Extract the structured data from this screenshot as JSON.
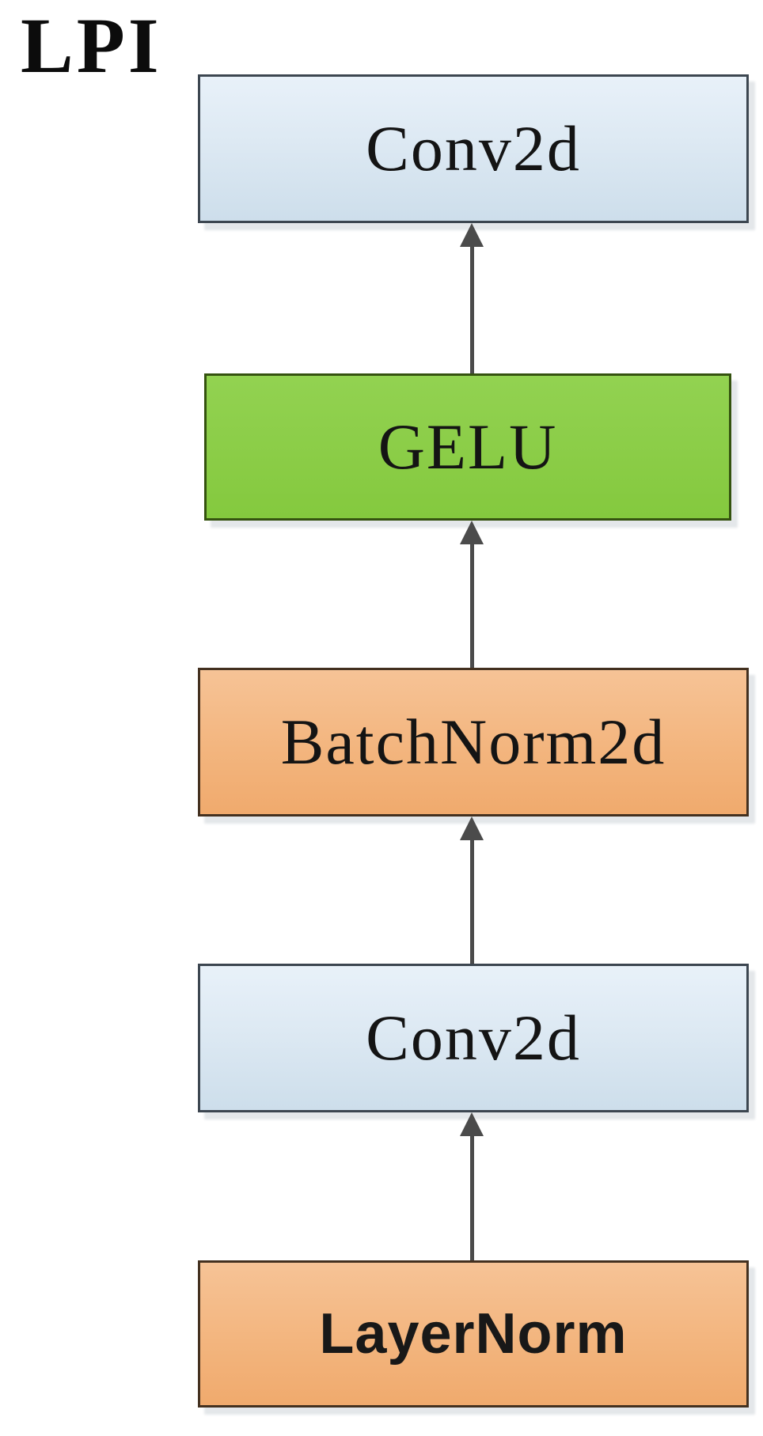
{
  "title": "LPI",
  "diagram": {
    "type": "flowchart",
    "flow_direction": "bottom-to-top",
    "nodes": [
      {
        "label": "Conv2d",
        "type": "conv",
        "position": "top"
      },
      {
        "label": "GELU",
        "type": "activation",
        "position": "second"
      },
      {
        "label": "BatchNorm2d",
        "type": "norm",
        "position": "middle"
      },
      {
        "label": "Conv2d",
        "type": "conv",
        "position": "fourth"
      },
      {
        "label": "LayerNorm",
        "type": "norm",
        "position": "bottom"
      }
    ],
    "edges": [
      {
        "from": "LayerNorm",
        "to": "Conv2d"
      },
      {
        "from": "Conv2d",
        "to": "BatchNorm2d"
      },
      {
        "from": "BatchNorm2d",
        "to": "GELU"
      },
      {
        "from": "GELU",
        "to": "Conv2d"
      }
    ],
    "colors": {
      "conv_fill_top": "#e8f1f9",
      "conv_fill_bottom": "#cddeeb",
      "conv_border": "#3c4650",
      "activation_fill_top": "#92d251",
      "activation_fill_bottom": "#84c93e",
      "activation_border": "#34520f",
      "norm_fill_top": "#f6c396",
      "norm_fill_bottom": "#f0aa6d",
      "norm_border": "#43301f",
      "arrow": "#4b4b4b",
      "text": "#141414",
      "background": "#ffffff"
    }
  }
}
